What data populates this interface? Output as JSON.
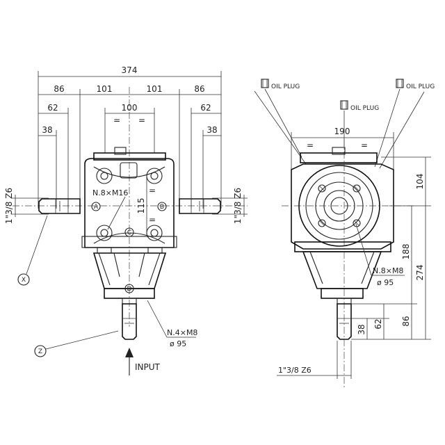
{
  "dimensions": {
    "overall_width": "374",
    "flange_left": "86",
    "center_left": "101",
    "center_right": "101",
    "flange_right": "86",
    "bolt_spacing": "100",
    "shaft_left": "62",
    "shaft_right": "62",
    "key_left": "38",
    "key_right": "38",
    "bolt_vertical": "115",
    "side_width": "190",
    "side_top": "104",
    "side_mid": "188",
    "side_total": "274",
    "side_shaft_86": "86",
    "side_shaft_62": "62",
    "side_shaft_38": "38"
  },
  "labels": {
    "shaft_spec_left": "1\"3/8 Z6",
    "shaft_spec_right": "1\"3/8 Z6",
    "shaft_spec_bottom": "1\"3/8 Z6",
    "bolt_pattern_front": "N.8×M16",
    "bolt_pattern_input": "N.4×M8",
    "diameter_input": "ø 95",
    "bolt_pattern_side": "N.8×M8",
    "diameter_side": "ø 95",
    "input": "INPUT",
    "oil_plug_1": "OIL PLUG",
    "oil_plug_2": "OIL PLUG",
    "oil_plug_3": "OIL PLUG",
    "equal_mark": "="
  },
  "callouts": {
    "a": "A",
    "b": "B",
    "c": "C",
    "d": "D",
    "x": "X",
    "z": "Z"
  }
}
